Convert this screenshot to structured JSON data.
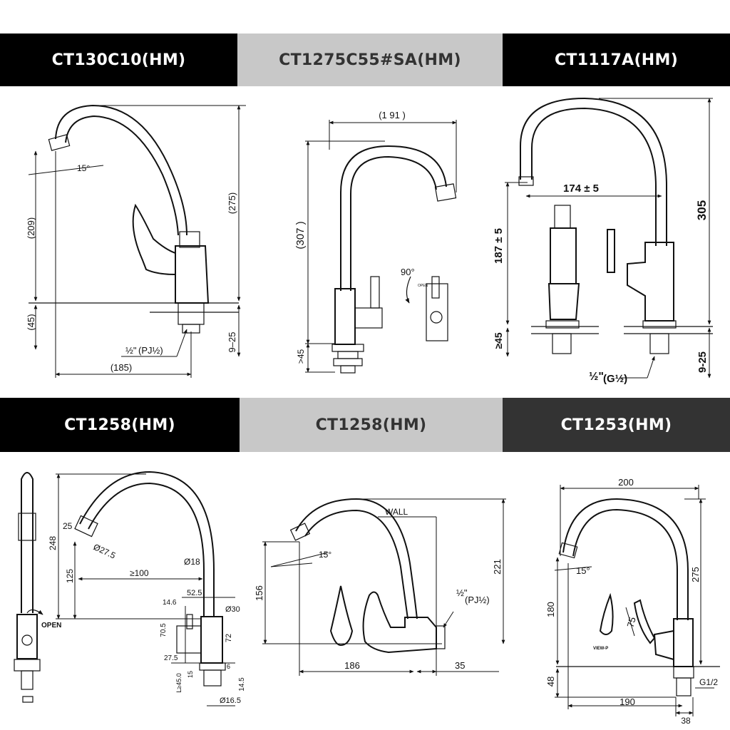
{
  "panels": [
    {
      "model": "CT130C10(HM)",
      "header_style": "dark",
      "dims": {
        "angle": "15°",
        "height_209": "(209)",
        "height_275": "(275)",
        "height_45": "(45)",
        "width_185": "(185)",
        "thickness": "9–25",
        "thread_a": "½\"",
        "thread_b": "(PJ½)"
      }
    },
    {
      "model": "CT1275C55#SA(HM)",
      "header_style": "grey",
      "dims": {
        "width_191": "(1 91 )",
        "height_307": "(307 )",
        "min_45": ">45",
        "angle": "90°",
        "open": "OPEN"
      }
    },
    {
      "model": "CT1117A(HM)",
      "header_style": "dark",
      "dims": {
        "width": "174 ± 5",
        "height_305": "305",
        "height_187": "187 ± 5",
        "min_45": "≥45",
        "thickness": "9-25",
        "thread_a": "½\"",
        "thread_b": "(G½)"
      }
    },
    {
      "model": "CT1258(HM)",
      "header_style": "dark",
      "dims": {
        "h248": "248",
        "d25": "25",
        "dia275": "Ø27.5",
        "h125": "125",
        "reach": "≥100",
        "dia18": "Ø18",
        "w525": "52.5",
        "w146": "14.6",
        "dia30": "Ø30",
        "h705": "70.5",
        "h72": "72",
        "w275": "27.5",
        "h450": "L≥45.0",
        "h15": "15",
        "d6": "6",
        "h145": "14.5",
        "dia165": "Ø16.5",
        "open": "OPEN"
      }
    },
    {
      "model": "CT1258(HM)",
      "header_style": "grey",
      "dims": {
        "wall": "WALL",
        "angle": "15°",
        "h156": "156",
        "h221": "221",
        "thread_a": "½\"",
        "thread_b": "(PJ½)",
        "w186": "186",
        "w35": "35"
      }
    },
    {
      "model": "CT1253(HM)",
      "header_style": "charcoal",
      "dims": {
        "w200": "200",
        "angle": "15°",
        "h275": "275",
        "h180": "180",
        "h75": "75",
        "view": "VIEW-P",
        "h48": "48",
        "thread": "G1/2",
        "w190": "190",
        "w38": "38"
      }
    }
  ],
  "colors": {
    "dark": "#000000",
    "grey": "#c8c8c8",
    "charcoal": "#333333"
  }
}
